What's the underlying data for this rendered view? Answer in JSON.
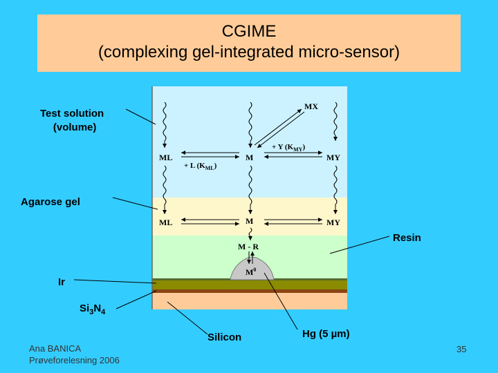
{
  "title": {
    "line1": "CGIME",
    "line2": "(complexing gel-integrated micro-sensor)"
  },
  "labels": {
    "test_solution_line1": "Test solution",
    "test_solution_line2": "(volume)",
    "agarose_gel": "Agarose gel",
    "resin": "Resin",
    "ir": "Ir",
    "si3n4_si": "Si",
    "si3n4_3": "3",
    "si3n4_n": "N",
    "si3n4_4": "4",
    "silicon": "Silicon",
    "hg": "Hg (5 µm)"
  },
  "diagram": {
    "mx": "MX",
    "ml_top": "ML",
    "m_top": "M",
    "my_top": "MY",
    "plus_y": "+ Y (K",
    "plus_y_sub": "MY",
    "plus_y_close": ")",
    "plus_l": "+ L (K",
    "plus_l_sub": "ML",
    "plus_l_close": ")",
    "ml_gel": "ML",
    "m_gel": "M",
    "my_gel": "MY",
    "m_r": "M - R",
    "m0": "M",
    "m0_sup": "0"
  },
  "footer": {
    "author": "Ana BANICA",
    "event": "Prøveforelesning 2006",
    "page": "35"
  },
  "colors": {
    "background": "#33ccff",
    "title_box": "#ffcc99",
    "solution": "#ccf2ff",
    "gel": "#fff7cc",
    "resin": "#ccffcc",
    "ir_band": "#8b8b00",
    "si3n4_band": "#8b4513",
    "silicon": "#ffcc99",
    "hg_drop": "#c8c8c8"
  }
}
